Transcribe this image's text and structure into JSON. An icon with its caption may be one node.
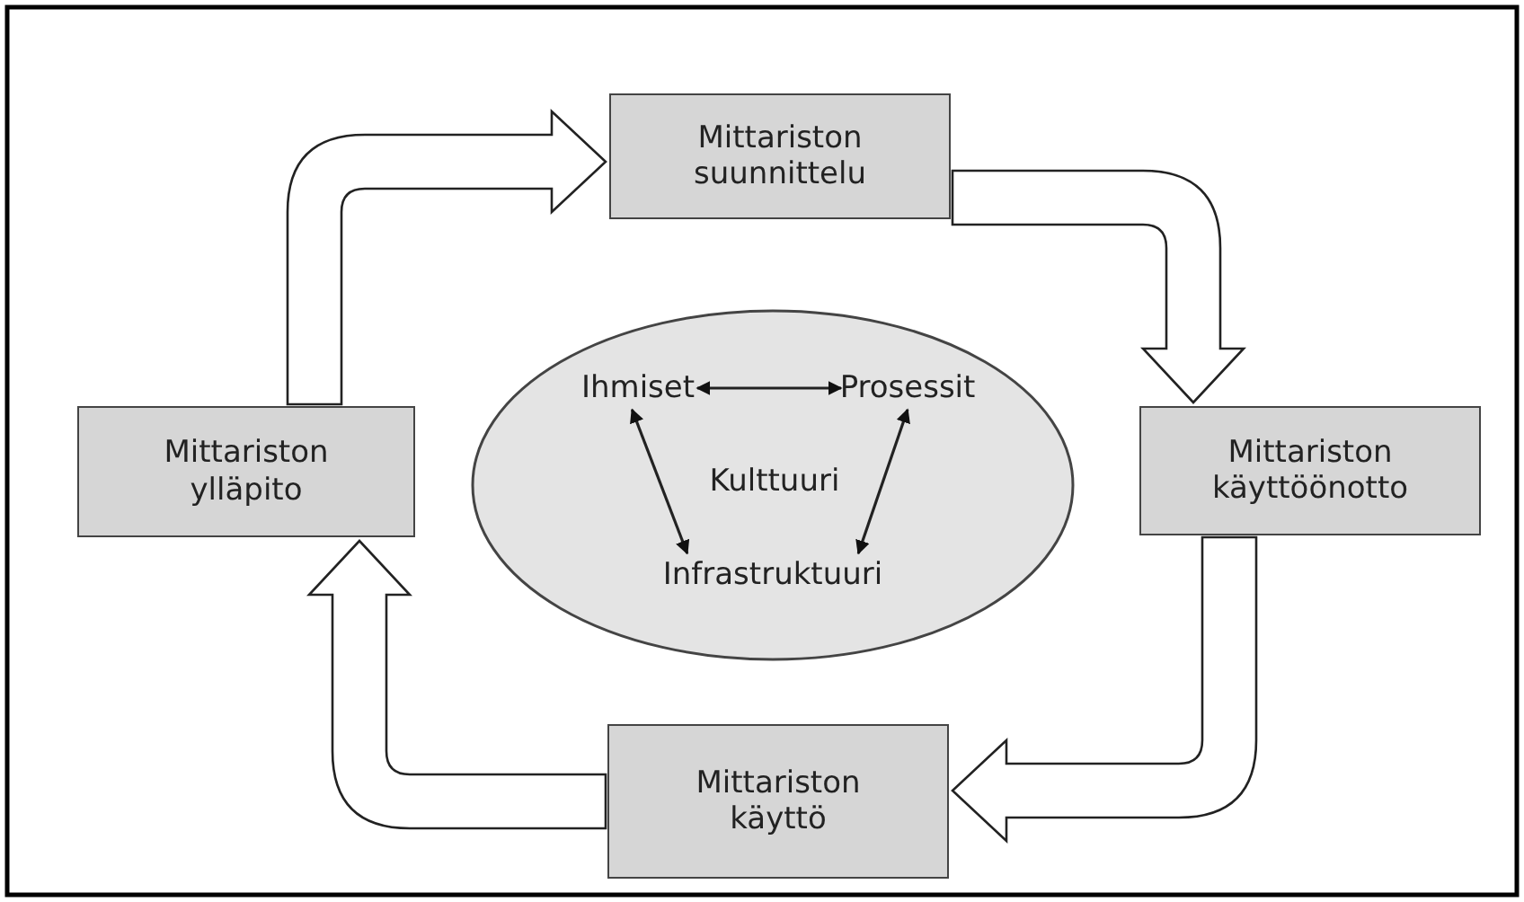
{
  "diagram": {
    "nodes": [
      {
        "text": [
          "Mittariston suunnittelu"
        ]
      },
      {
        "text": [
          "Mittariston käyttöönotto"
        ]
      },
      {
        "text": [
          "Mittariston käyttö"
        ]
      },
      {
        "text": [
          "Mittariston ylläpito"
        ]
      },
      {
        "text": [],
        "shape": "circle"
      },
      {
        "text": [
          "Ihmiset"
        ],
        "in": 4
      },
      {
        "text": [
          "Prosessit"
        ],
        "in": 4
      },
      {
        "text": [
          "Kulttuuri"
        ],
        "in": 4
      },
      {
        "text": [
          "Infrastruktuuri"
        ],
        "in": 4
      }
    ],
    "edges": [
      {
        "from": 3,
        "to": 0,
        "arrow": "to",
        "style": "thick"
      },
      {
        "from": 0,
        "to": 1,
        "arrow": "to",
        "style": "thick"
      },
      {
        "from": 1,
        "to": 2,
        "arrow": "to",
        "style": "thick"
      },
      {
        "from": 2,
        "to": 3,
        "arrow": "to",
        "style": "thick"
      },
      {
        "from": 5,
        "to": 6,
        "arrow": "both"
      },
      {
        "from": 5,
        "to": 8,
        "arrow": "both"
      },
      {
        "from": 6,
        "to": 8,
        "arrow": "both"
      }
    ]
  }
}
